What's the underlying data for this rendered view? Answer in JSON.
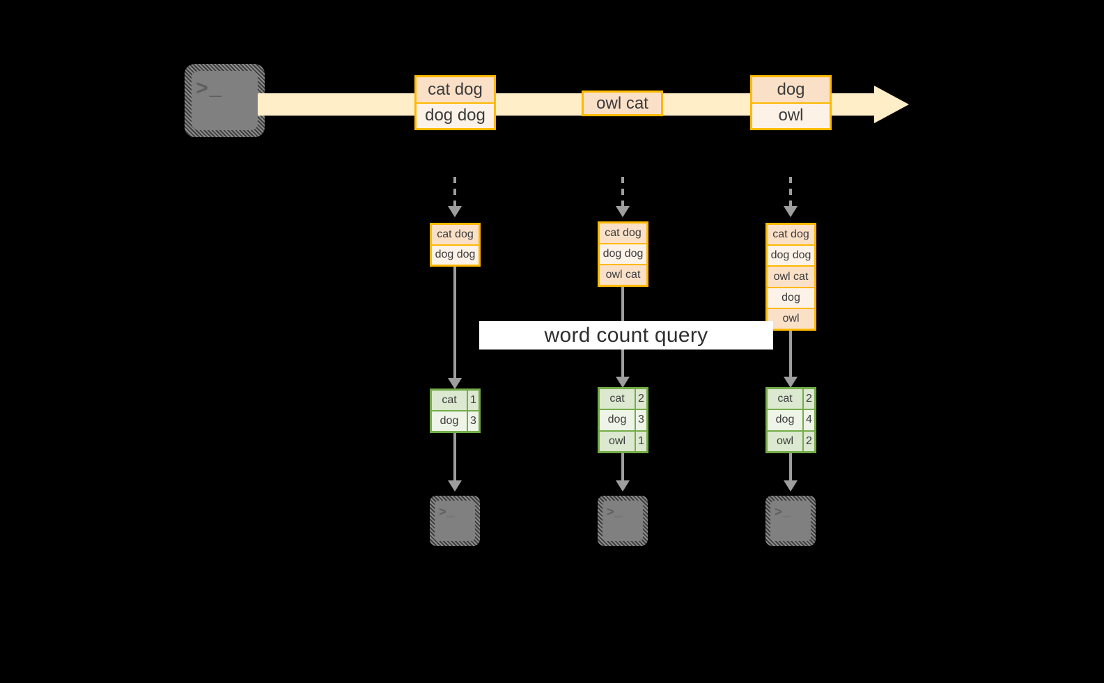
{
  "diagram": {
    "source": {
      "icon": "terminal-icon",
      "glyph": ">_"
    },
    "stream": {
      "color": "#ffeec8",
      "border_color": "#ffb900",
      "batches": [
        {
          "id": "batch-1",
          "lines": [
            "cat dog",
            "dog dog"
          ]
        },
        {
          "id": "batch-2",
          "lines": [
            "owl cat"
          ]
        },
        {
          "id": "batch-3",
          "lines": [
            "dog",
            "owl"
          ]
        }
      ]
    },
    "query": {
      "label": "word count query"
    },
    "columns": [
      {
        "id": "column-1",
        "accumulated": [
          "cat dog",
          "dog dog"
        ],
        "result": {
          "rows": [
            {
              "word": "cat",
              "count": "1"
            },
            {
              "word": "dog",
              "count": "3"
            }
          ]
        },
        "sink": {
          "icon": "terminal-icon",
          "glyph": ">_"
        }
      },
      {
        "id": "column-2",
        "accumulated": [
          "cat dog",
          "dog dog",
          "owl cat"
        ],
        "result": {
          "rows": [
            {
              "word": "cat",
              "count": "2"
            },
            {
              "word": "dog",
              "count": "3"
            },
            {
              "word": "owl",
              "count": "1"
            }
          ]
        },
        "sink": {
          "icon": "terminal-icon",
          "glyph": ">_"
        }
      },
      {
        "id": "column-3",
        "accumulated": [
          "cat dog",
          "dog dog",
          "owl cat",
          "dog",
          "owl"
        ],
        "result": {
          "rows": [
            {
              "word": "cat",
              "count": "2"
            },
            {
              "word": "dog",
              "count": "4"
            },
            {
              "word": "owl",
              "count": "2"
            }
          ]
        },
        "sink": {
          "icon": "terminal-icon",
          "glyph": ">_"
        }
      }
    ],
    "colors": {
      "background": "#000000",
      "stream_fill": "#ffeec8",
      "record_border": "#ffb900",
      "record_fill_dark": "#fbe0c8",
      "record_fill_light": "#fdf2e8",
      "table_border": "#74ad48",
      "table_fill_dark": "#dce8d0",
      "table_fill_light": "#eef4e8",
      "arrow": "#9e9e9e",
      "caption_band": "#ffffff",
      "text": "#3b3b3b"
    }
  }
}
